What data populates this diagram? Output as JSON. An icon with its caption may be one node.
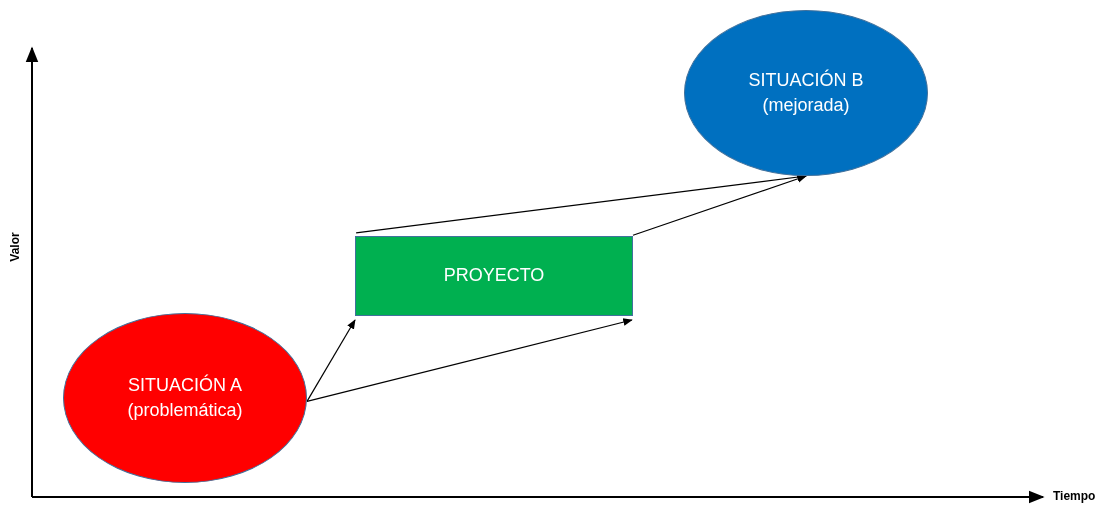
{
  "diagram": {
    "nodes": [
      {
        "text": [
          "SITUACIÓN A (problemática)"
        ]
      },
      {
        "text": [
          "PROYECTO"
        ]
      },
      {
        "text": [
          "SITUACIÓN B (mejorada)"
        ]
      }
    ],
    "edges": [
      {
        "from": 0,
        "to": 1,
        "arrow": "to"
      },
      {
        "from": 0,
        "to": 1,
        "arrow": "to"
      },
      {
        "from": 1,
        "to": 2,
        "arrow": "to"
      },
      {
        "from": 1,
        "to": 2,
        "arrow": "to"
      }
    ],
    "labels": [
      "Valor",
      "Tiempo"
    ]
  }
}
